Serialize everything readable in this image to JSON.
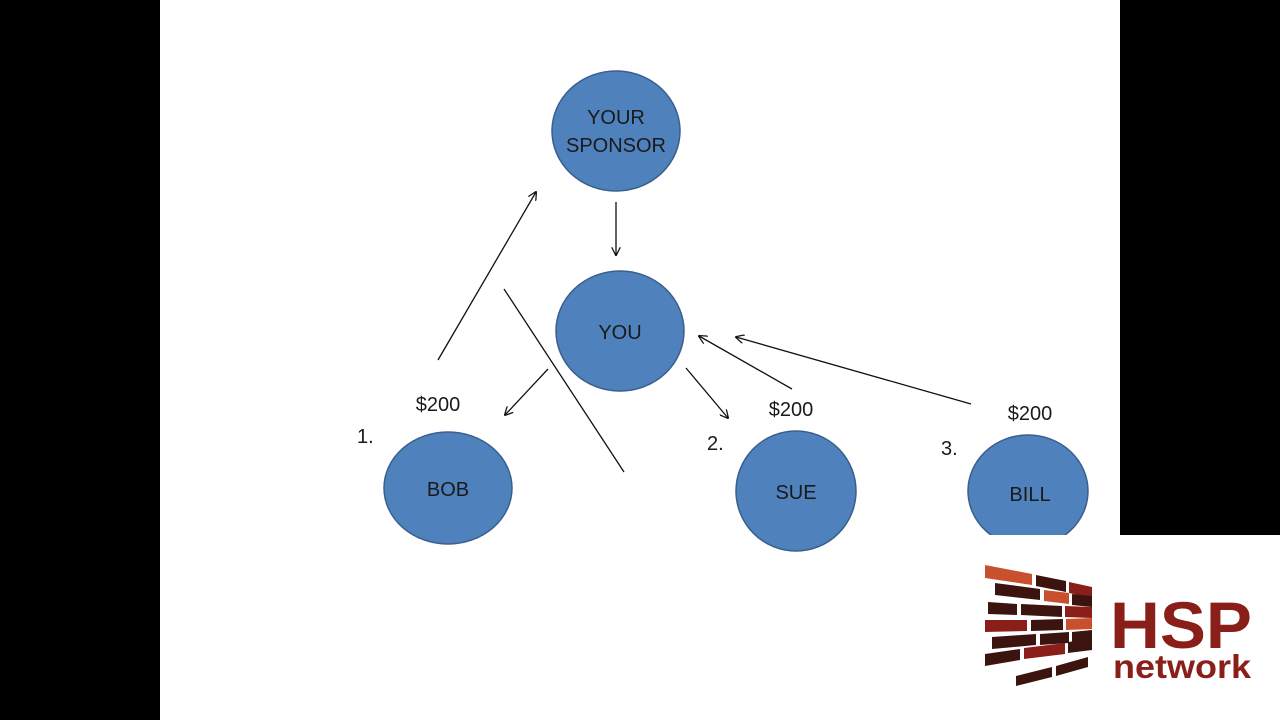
{
  "colors": {
    "node_fill": "#4f81bd",
    "node_stroke": "#3a5f8c",
    "line": "#111111",
    "logo_dark": "#3b1410",
    "logo_red": "#8a1f1a",
    "logo_orange": "#c9502e"
  },
  "nodes": {
    "sponsor": {
      "line1": "YOUR",
      "line2": "SPONSOR"
    },
    "you": {
      "label": "YOU"
    },
    "bob": {
      "label": "BOB",
      "number": "1.",
      "amount": "$200"
    },
    "sue": {
      "label": "SUE",
      "number": "2.",
      "amount": "$200"
    },
    "bill": {
      "label": "BILL",
      "number": "3.",
      "amount": "$200"
    }
  },
  "logo": {
    "brand": "HSP",
    "sub": "network"
  }
}
